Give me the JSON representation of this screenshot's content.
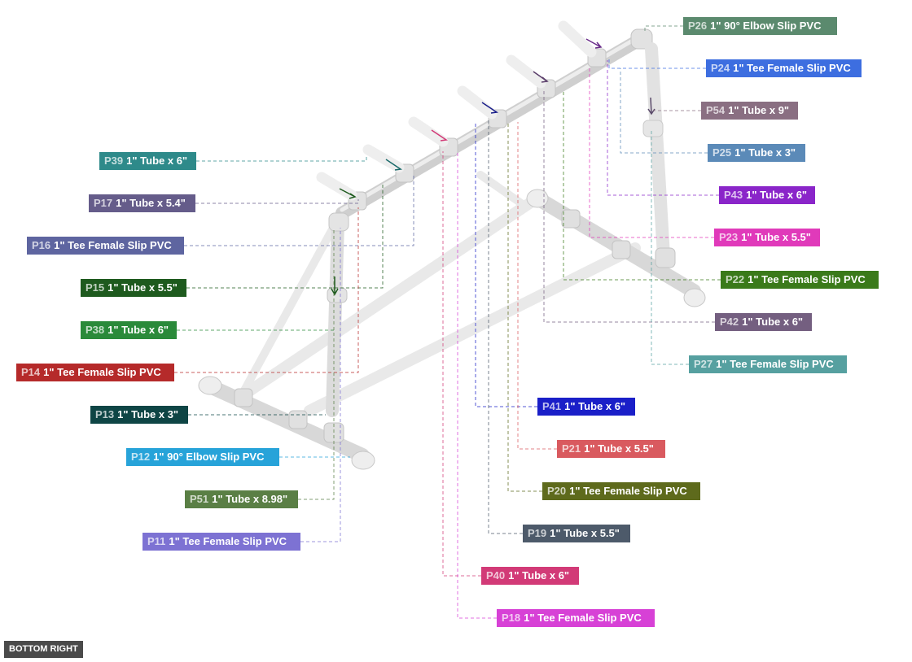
{
  "view_badge": "BOTTOM RIGHT",
  "parts": [
    {
      "id": "P26",
      "desc": "1\" 90° Elbow Slip PVC",
      "color": "#5b8a6e"
    },
    {
      "id": "P24",
      "desc": "1\" Tee Female Slip PVC",
      "color": "#3d6ee0"
    },
    {
      "id": "P54",
      "desc": "1\" Tube x 9\"",
      "color": "#8a6f82"
    },
    {
      "id": "P25",
      "desc": "1\" Tube x 3\"",
      "color": "#5b8ab8"
    },
    {
      "id": "P43",
      "desc": "1\" Tube x 6\"",
      "color": "#8a25c9"
    },
    {
      "id": "P23",
      "desc": "1\" Tube x 5.5\"",
      "color": "#e03aba"
    },
    {
      "id": "P22",
      "desc": "1\" Tee Female Slip PVC",
      "color": "#3a7a1a"
    },
    {
      "id": "P42",
      "desc": "1\" Tube x 6\"",
      "color": "#745f80"
    },
    {
      "id": "P27",
      "desc": "1\" Tee Female Slip PVC",
      "color": "#56a0a0"
    },
    {
      "id": "P41",
      "desc": "1\" Tube x 6\"",
      "color": "#1a1fc8"
    },
    {
      "id": "P21",
      "desc": "1\" Tube x 5.5\"",
      "color": "#d95a5f"
    },
    {
      "id": "P20",
      "desc": "1\" Tee Female Slip PVC",
      "color": "#5e6a1c"
    },
    {
      "id": "P19",
      "desc": "1\" Tube x 5.5\"",
      "color": "#4d5a6a"
    },
    {
      "id": "P40",
      "desc": "1\" Tube x 6\"",
      "color": "#d23a77"
    },
    {
      "id": "P18",
      "desc": "1\" Tee Female Slip PVC",
      "color": "#d741d6"
    },
    {
      "id": "P39",
      "desc": "1\" Tube x 6\"",
      "color": "#2e8a8a"
    },
    {
      "id": "P17",
      "desc": "1\" Tube x 5.4\"",
      "color": "#655c8a"
    },
    {
      "id": "P16",
      "desc": "1\" Tee Female Slip PVC",
      "color": "#5e65a0"
    },
    {
      "id": "P15",
      "desc": "1\" Tube x 5.5\"",
      "color": "#1e5a1e"
    },
    {
      "id": "P38",
      "desc": "1\" Tube x 6\"",
      "color": "#2a8a3a"
    },
    {
      "id": "P14",
      "desc": "1\" Tee Female Slip PVC",
      "color": "#b52a2a"
    },
    {
      "id": "P13",
      "desc": "1\" Tube x 3\"",
      "color": "#0e4545"
    },
    {
      "id": "P12",
      "desc": "1\" 90° Elbow Slip PVC",
      "color": "#27a3d9"
    },
    {
      "id": "P51",
      "desc": "1\" Tube x 8.98\"",
      "color": "#5a7f45"
    },
    {
      "id": "P11",
      "desc": "1\" Tee Female Slip PVC",
      "color": "#7d72d3"
    }
  ]
}
